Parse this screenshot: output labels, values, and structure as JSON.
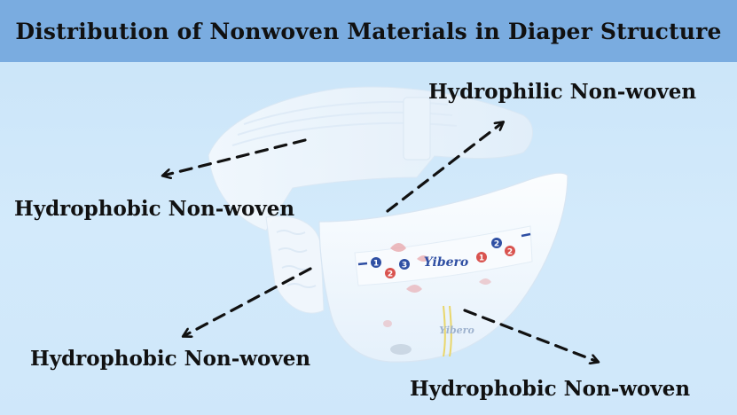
{
  "title": "Distribution of Nonwoven Materials in Diaper Structure",
  "labels": {
    "top_right": "Hydrophilic Non-woven",
    "left": "Hydrophobic Non-woven",
    "bottom_left": "Hydrophobic Non-woven",
    "bottom_right": "Hydrophobic Non-woven"
  },
  "brand": "Yibero",
  "print_numbers": [
    "1",
    "2",
    "3",
    "1",
    "2",
    "2"
  ],
  "colors": {
    "title_bar": "#7aace0",
    "background": "#cfe7fa",
    "text": "#111111",
    "arrow": "#111111",
    "brand_text": "#2f4fa3"
  }
}
